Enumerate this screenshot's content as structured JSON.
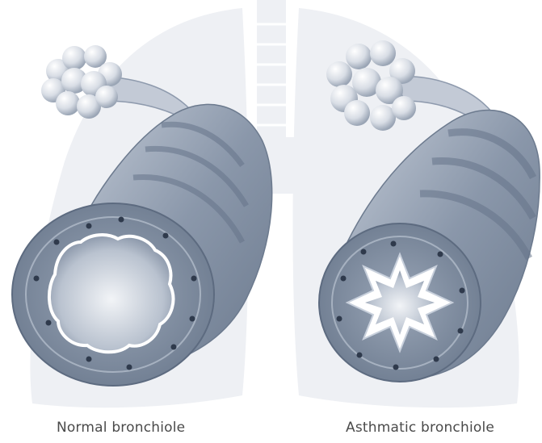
{
  "captions": {
    "normal": "Normal bronchiole",
    "asthmatic": "Asthmatic bronchiole"
  },
  "colors": {
    "lung_silhouette": "#eef0f4",
    "tube_body": "#8a97aa",
    "tube_dark": "#6c7a8e",
    "tube_light": "#c4ccd8",
    "lumen": "#d9dee6",
    "mucosa": "#ffffff",
    "gland_dots": "#2f3a4c",
    "alveoli": "#dfe3ea",
    "caption_text": "#4a4a4a"
  },
  "icons": [
    "lung-silhouette",
    "alveoli-cluster",
    "bronchiole-tube"
  ]
}
